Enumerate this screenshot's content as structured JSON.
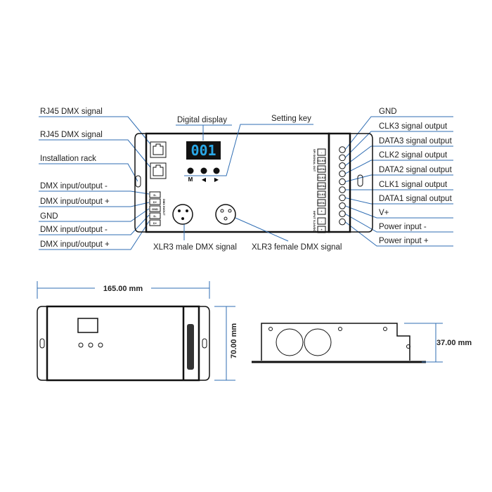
{
  "left_labels": [
    "RJ45 DMX signal",
    "RJ45 DMX signal",
    "Installation rack",
    "DMX input/output -",
    "DMX input/output +",
    "GND",
    "DMX input/output -",
    "DMX input/output +"
  ],
  "right_labels": [
    "GND",
    "CLK3 signal output",
    "DATA3 signal output",
    "CLK2 signal output",
    "DATA2 signal output",
    "CLK1 signal output",
    "DATA1 signal output",
    "V+",
    "Power input -",
    "Power input +"
  ],
  "top_labels": {
    "display": "Digital display",
    "key": "Setting key"
  },
  "bottom_labels": {
    "male": "XLR3 male DMX signal",
    "female": "XLR3 female DMX signal"
  },
  "display_value": "001",
  "buttons": [
    "M",
    "◀",
    "▶"
  ],
  "dmx_terminals": [
    "D-",
    "D+",
    "GND",
    "D-",
    "D+"
  ],
  "spi_terminals": [
    "-",
    "CLK3",
    "DATA3",
    "CLK2",
    "DATA2",
    "CLK1",
    "DATA1",
    "+",
    "-",
    "+"
  ],
  "device_text": {
    "spi": "SPI SIGNAL OUT",
    "input": "INPUT 5-24VDC",
    "dmx": "DMX IN/OUT"
  },
  "dimensions": {
    "width": "165.00 mm",
    "height": "70.00 mm",
    "depth": "37.00 mm"
  },
  "colors": {
    "leader": "#2f6db3",
    "display_digits": "#29a8e8"
  }
}
